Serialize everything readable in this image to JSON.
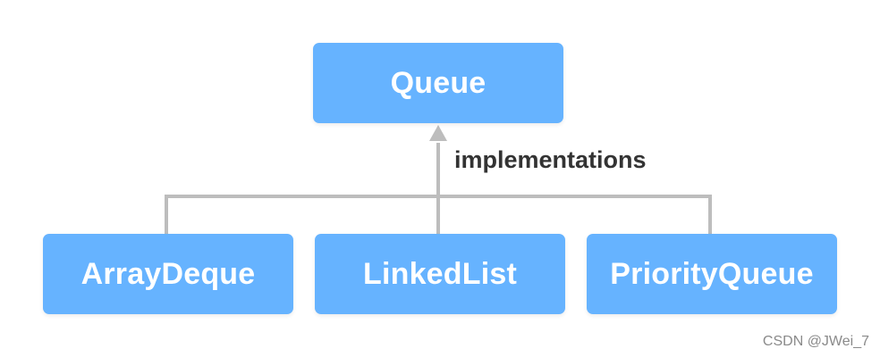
{
  "diagram": {
    "root": {
      "label": "Queue"
    },
    "edge_label": "implementations",
    "children": [
      {
        "label": "ArrayDeque"
      },
      {
        "label": "LinkedList"
      },
      {
        "label": "PriorityQueue"
      }
    ]
  },
  "colors": {
    "node_fill": "#66b3ff",
    "node_text": "#ffffff",
    "connector": "#bdbdbd",
    "label_text": "#333333"
  },
  "watermark": "CSDN @JWei_7"
}
